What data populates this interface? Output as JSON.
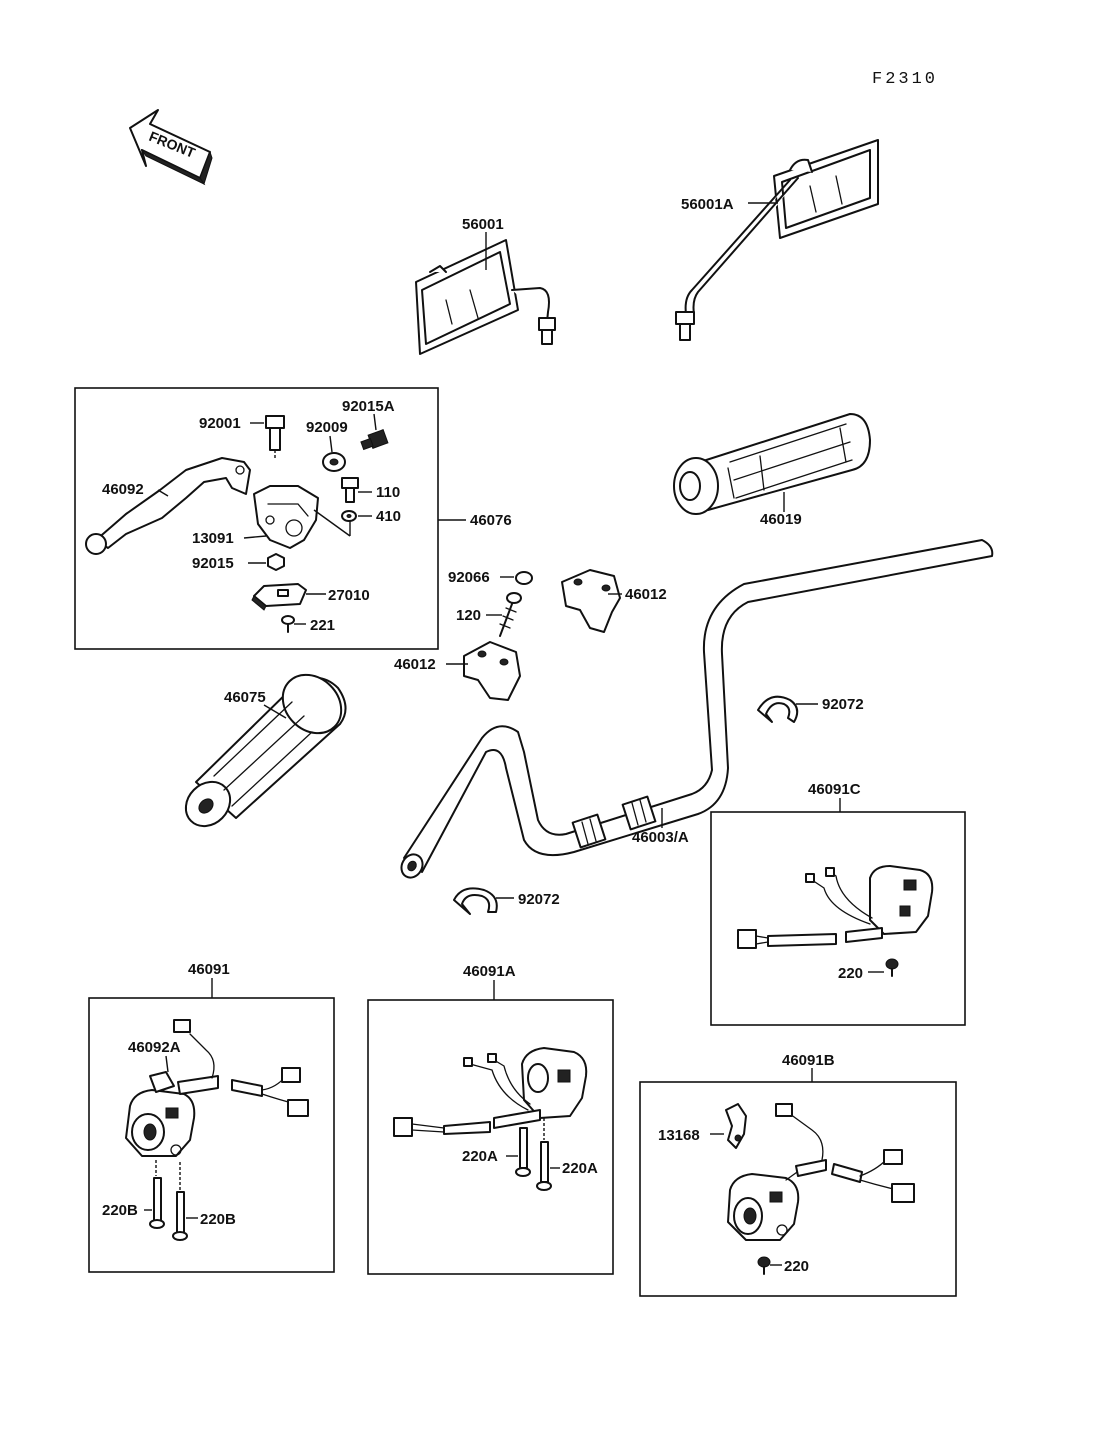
{
  "figure_code": "F2310",
  "direction_label": "FRONT",
  "labels": {
    "mirror_left": "56001",
    "mirror_right": "56001A",
    "bolt_92001": "92001",
    "screw_92015a": "92015A",
    "bushing_92009": "92009",
    "lever": "46092",
    "bolt_110": "110",
    "washer_410": "410",
    "lever_assy": "46076",
    "holder_13091": "13091",
    "nut_92015": "92015",
    "switch_27010": "27010",
    "screw_221": "221",
    "grip_right": "46019",
    "cap_92066": "92066",
    "bolt_120": "120",
    "holder_upper": "46012",
    "holder_lower": "46012",
    "grip_left": "46075",
    "clamp_upper": "92072",
    "handlebar": "46003/A",
    "clamp_lower": "92072",
    "switch_c": "46091C",
    "screw_220_c": "220",
    "switch_left": "46091",
    "switch_left_lever": "46092A",
    "screw_220b_1": "220B",
    "screw_220b_2": "220B",
    "switch_a": "46091A",
    "screw_220a_1": "220A",
    "screw_220a_2": "220A",
    "switch_b": "46091B",
    "part_13168": "13168",
    "screw_220_b": "220"
  }
}
